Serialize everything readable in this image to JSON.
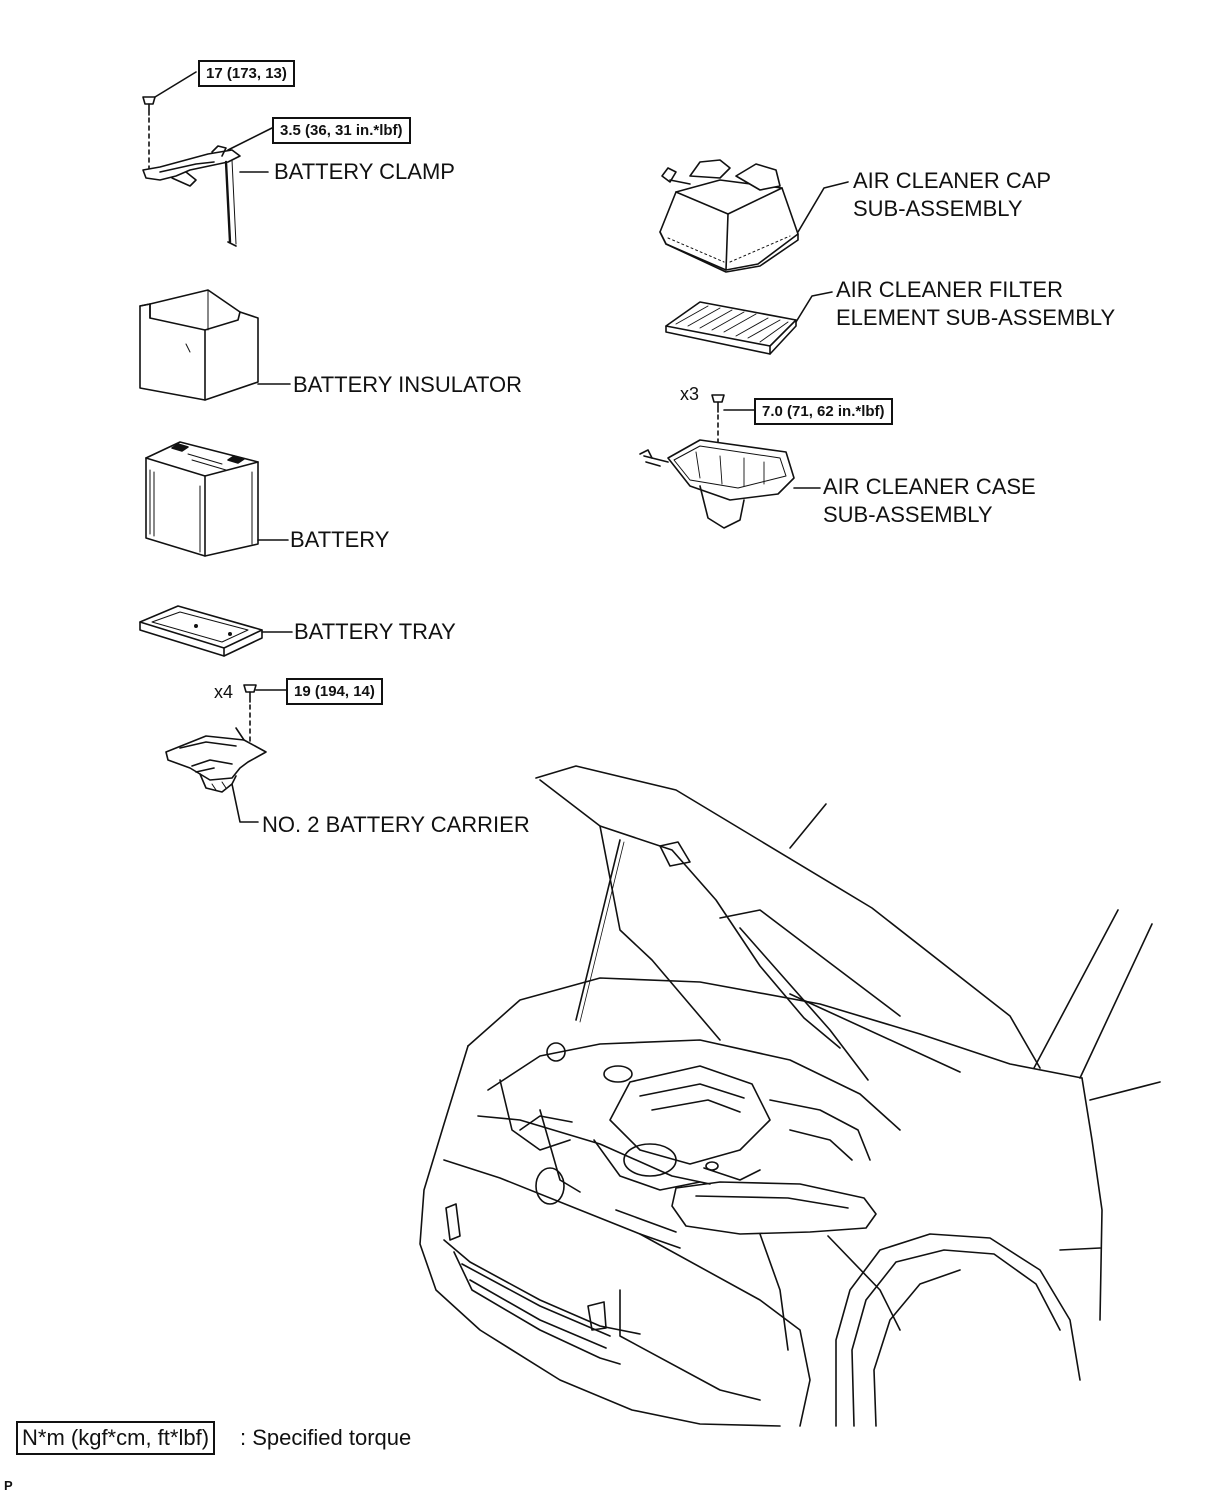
{
  "parts": {
    "battery_clamp": "BATTERY CLAMP",
    "battery_insulator": "BATTERY INSULATOR",
    "battery": "BATTERY",
    "battery_tray": "BATTERY TRAY",
    "no2_battery_carrier": "NO. 2 BATTERY CARRIER",
    "air_cleaner_cap_line1": "AIR CLEANER CAP",
    "air_cleaner_cap_line2": "SUB-ASSEMBLY",
    "air_cleaner_filter_line1": "AIR CLEANER FILTER",
    "air_cleaner_filter_line2": "ELEMENT SUB-ASSEMBLY",
    "air_cleaner_case_line1": "AIR CLEANER CASE",
    "air_cleaner_case_line2": "SUB-ASSEMBLY"
  },
  "torques": {
    "clamp_bolt": "17 (173, 13)",
    "clamp_nut": "3.5 (36, 31 in.*lbf)",
    "carrier_bolts": "19 (194, 14)",
    "case_bolts": "7.0 (71, 62 in.*lbf)"
  },
  "quantities": {
    "carrier_bolts": "x4",
    "case_bolts": "x3"
  },
  "legend": {
    "box": "N*m (kgf*cm, ft*lbf)",
    "text": ": Specified torque"
  },
  "page_mark": "P"
}
